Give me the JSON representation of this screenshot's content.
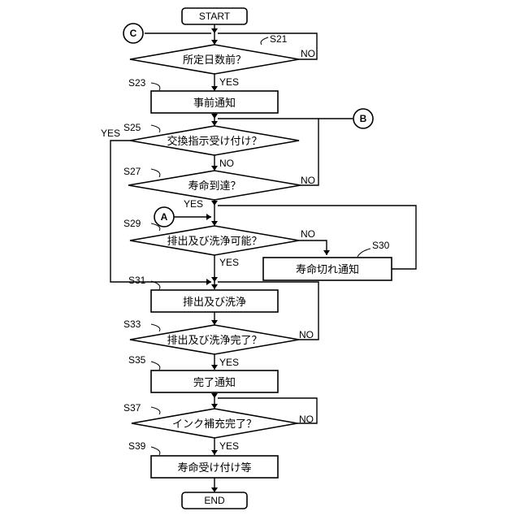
{
  "flowchart": {
    "start": "START",
    "end": "END",
    "connectors": {
      "c": "C",
      "b": "B",
      "a": "A"
    },
    "yes": "YES",
    "no": "NO",
    "steps": {
      "s21": {
        "id": "S21",
        "label": "所定日数前？"
      },
      "s23": {
        "id": "S23",
        "label": "事前通知"
      },
      "s25": {
        "id": "S25",
        "label": "交換指示受け付け？"
      },
      "s27": {
        "id": "S27",
        "label": "寿命到達？"
      },
      "s29": {
        "id": "S29",
        "label": "排出及び洗浄可能？"
      },
      "s30": {
        "id": "S30",
        "label": "寿命切れ通知"
      },
      "s31": {
        "id": "S31",
        "label": "排出及び洗浄"
      },
      "s33": {
        "id": "S33",
        "label": "排出及び洗浄完了？"
      },
      "s35": {
        "id": "S35",
        "label": "完了通知"
      },
      "s37": {
        "id": "S37",
        "label": "インク補充完了？"
      },
      "s39": {
        "id": "S39",
        "label": "寿命受け付け等"
      }
    }
  }
}
